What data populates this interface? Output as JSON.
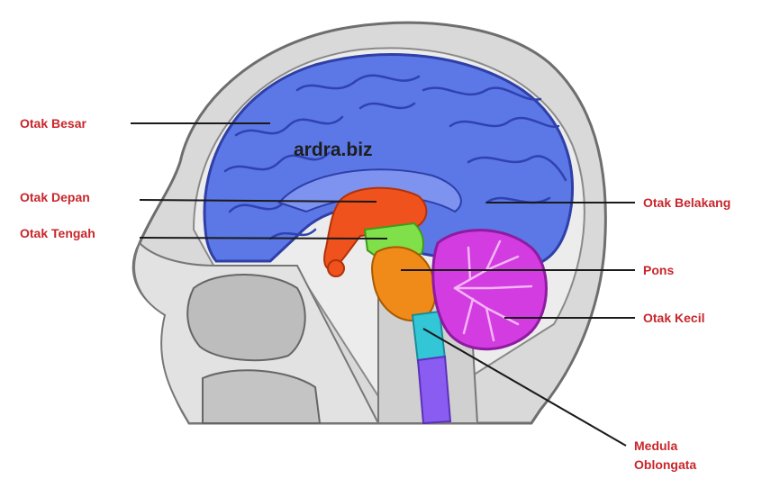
{
  "watermark": "ardra.biz",
  "labels": {
    "otak_besar": "Otak Besar",
    "otak_depan": "Otak Depan",
    "otak_tengah": "Otak Tengah",
    "otak_belakang": "Otak Belakang",
    "pons": "Pons",
    "otak_kecil": "Otak Kecil",
    "medula_line1": "Medula",
    "medula_line2": "Oblongata"
  },
  "colors": {
    "label_text": "#c8262b",
    "cerebrum": "#5b78e6",
    "forebrain": "#f0521e",
    "midbrain": "#7fe04a",
    "pons": "#f08a18",
    "cerebellum": "#d23ce0",
    "medulla_cyan": "#33c6d6",
    "medulla_violet": "#8a5cf2",
    "skull": "#d8d8d8"
  }
}
